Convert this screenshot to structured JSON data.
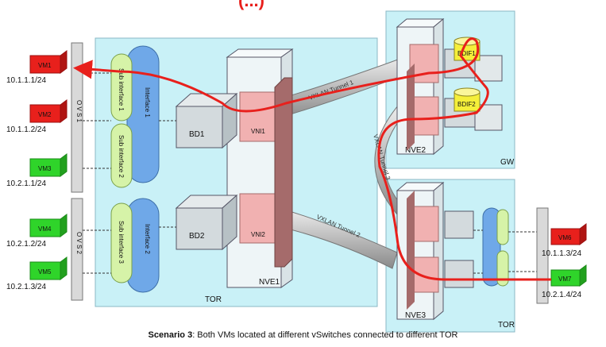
{
  "heading_fragment": "(...)",
  "vms": [
    {
      "name": "VM1",
      "ip": "10.1.1.1/24",
      "color": "#e8201c"
    },
    {
      "name": "VM2",
      "ip": "10.1.1.2/24",
      "color": "#e8201c"
    },
    {
      "name": "VM3",
      "ip": "10.2.1.1/24",
      "color": "#2fd42a"
    },
    {
      "name": "VM4",
      "ip": "10.2.1.2/24",
      "color": "#2fd42a"
    },
    {
      "name": "VM5",
      "ip": "10.2.1.3/24",
      "color": "#2fd42a"
    },
    {
      "name": "VM6",
      "ip": "10.1.1.3/24",
      "color": "#e8201c"
    },
    {
      "name": "VM7",
      "ip": "10.2.1.4/24",
      "color": "#2fd42a"
    }
  ],
  "ovs": [
    "O V S 1",
    "O V S 2"
  ],
  "subinterfaces": [
    "Sub interface 1",
    "Sub interface 2",
    "Sub interface 3"
  ],
  "interfaces": [
    "Interface 1",
    "Interface 2"
  ],
  "bridge_domains": [
    "BD1",
    "BD2"
  ],
  "vnis": [
    "VNI1",
    "VNI2"
  ],
  "nves": [
    "NVE1",
    "NVE2",
    "NVE3"
  ],
  "gw_bds": [
    "BDIF1",
    "BDIF2"
  ],
  "tunnels": [
    "VXLAN Tunnel 1",
    "VXLAN Tunnel 2",
    "VXLAN Tunnel 3"
  ],
  "boxes": {
    "left_tor": "TOR",
    "gw": "GW",
    "right_tor": "TOR"
  },
  "caption": {
    "bold": "Scenario 3",
    "text": ": Both VMs located at different vSwitches connected to different TOR"
  },
  "colors": {
    "panel": "#c9f1f7",
    "panel_border": "#8bb8c4",
    "path": "#e8201c",
    "vm_red": "#e8201c",
    "vm_green": "#2fd42a",
    "interface_blue": "#6fa8e8",
    "subinterface_green": "#d6f3a8",
    "vni_pink": "#f1b1b1",
    "vni_dark": "#a56b6b",
    "bd_gray": "#d3dadd",
    "gw_yellow": "#f5ef3a"
  }
}
